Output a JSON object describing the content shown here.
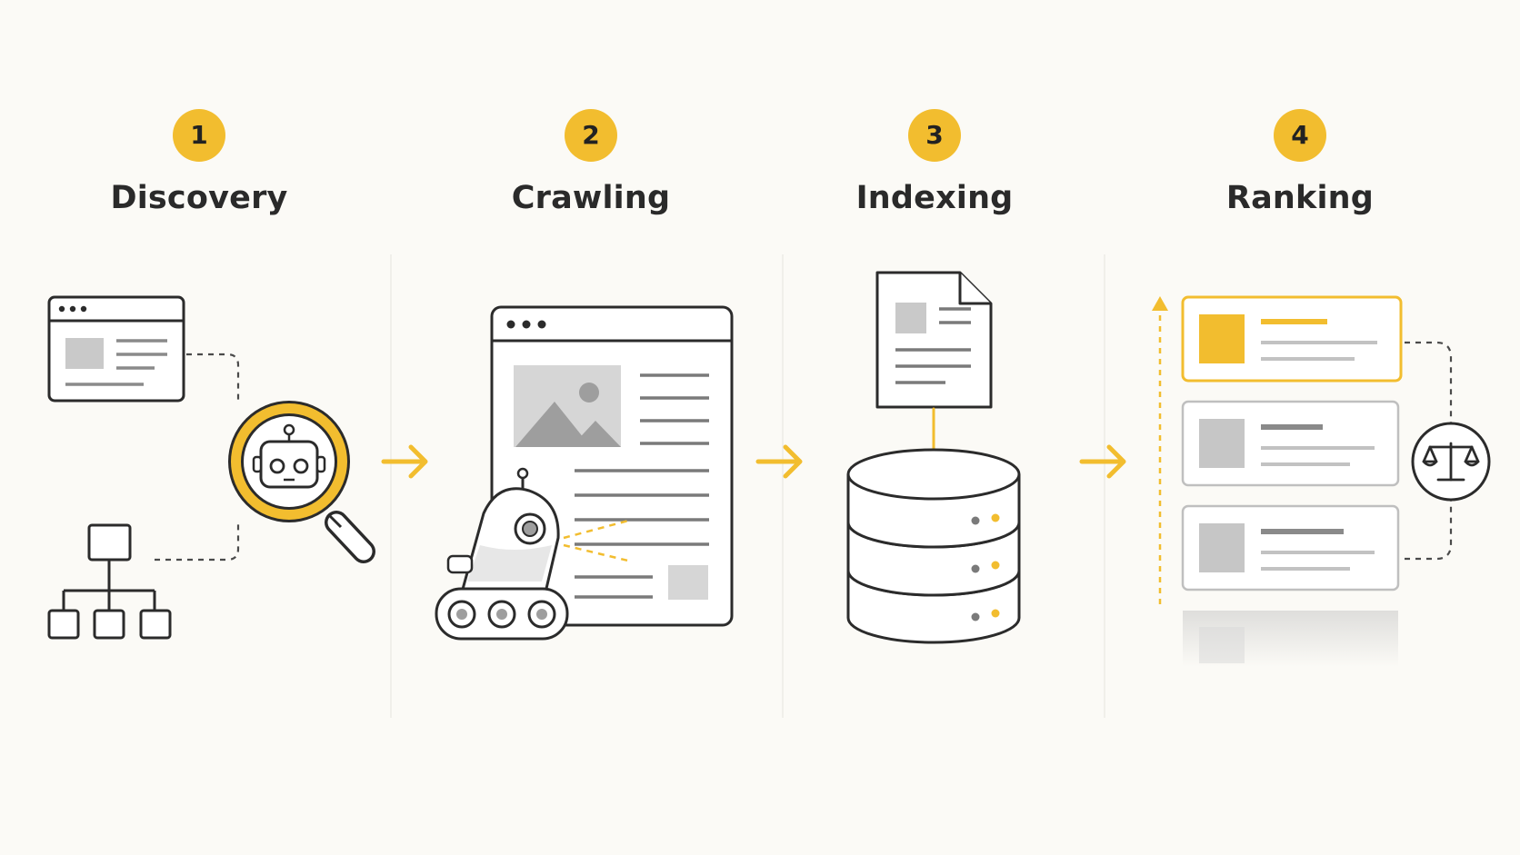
{
  "steps": [
    {
      "number": "1",
      "title": "Discovery"
    },
    {
      "number": "2",
      "title": "Crawling"
    },
    {
      "number": "3",
      "title": "Indexing"
    },
    {
      "number": "4",
      "title": "Ranking"
    }
  ],
  "colors": {
    "accent": "#f2bd2f",
    "ink": "#2b2b2b",
    "line_gray": "#7a7a7a",
    "fill_gray": "#c9c9c9",
    "background": "#fbfaf6"
  },
  "icons": [
    "browser-window-icon",
    "sitemap-icon",
    "magnifier-robot-icon",
    "webpage-icon",
    "crawler-robot-icon",
    "document-icon",
    "database-icon",
    "ranked-results-icon",
    "scales-icon",
    "arrow-right-icon"
  ]
}
